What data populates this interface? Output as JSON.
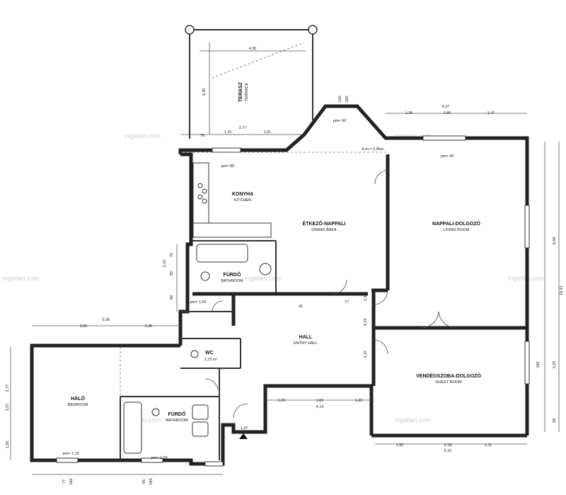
{
  "watermark": "ingatlan.com",
  "rooms": {
    "terrace": {
      "hu": "TERASZ",
      "en": "TERRACE"
    },
    "kitchen": {
      "hu": "KONYHA",
      "en": "KITCHEN"
    },
    "dining": {
      "hu": "ÉTKEZŐ-NAPPALI",
      "en": "DINING AREA"
    },
    "living": {
      "hu": "NAPPALI-DOLGOZÓ",
      "en": "LIVING ROOM"
    },
    "bath1": {
      "hu": "FÜRDŐ",
      "en": "BATHROOM"
    },
    "hall": {
      "hu": "HALL",
      "en": "ENTRY HALL"
    },
    "wc": {
      "hu": "WC"
    },
    "guest": {
      "hu": "VENDÉGSZOBA-DOLGOZÓ",
      "en": "GUEST ROOM"
    },
    "bedroom": {
      "hu": "HÁLÓ",
      "en": "BEDROOM"
    },
    "bath2": {
      "hu": "FÜRDŐ",
      "en": "BATHROOM"
    }
  },
  "dims": {
    "terrace_width": "4,30",
    "terrace_depth": "4,30",
    "d_377": "3,77",
    "d_191": "1,91",
    "d_76": "76",
    "d_110": "1,10",
    "d_437": "4,37",
    "d_130": "1,30",
    "d_180": "1,80",
    "d_147": "1,47",
    "d_100": "100",
    "d_200": "200",
    "pm80": "pm= 80",
    "pm90a": "pm= 90",
    "pm90b": "pm= 90",
    "height": "b.m.= 2,96m",
    "d_656": "6,56",
    "d_1041": "10,41",
    "d_325": "3,25",
    "d_58": "58",
    "d_231": "2,31",
    "d_75": "75",
    "d_85": "85",
    "d_68": "68",
    "d_306": "3,06",
    "d_536": "5,36",
    "d_230": "2,30",
    "pm165": "pm= 1,65",
    "d_42": "42",
    "d_77": "77",
    "d_323": "3,23",
    "d_137a": "1,37",
    "d_137b": "1,37",
    "wc_area": "1,23 m²",
    "d_277": "2,77",
    "d_357": "3,57",
    "d_120": "1,20",
    "pm115": "pm= 1,15",
    "pm108": "pm= 1,08",
    "d_122": "1,22",
    "d_160": "1,60",
    "d_414": "4,14",
    "d_132": "1,32",
    "d_127": "1,27",
    "d_152": "1,52",
    "d_218": "2,18",
    "d_111": "1,11",
    "d_516": "5,16",
    "d_182a": "182",
    "d_182b": "182",
    "d_96": "96",
    "d_183": "183",
    "d_77b": "77"
  }
}
